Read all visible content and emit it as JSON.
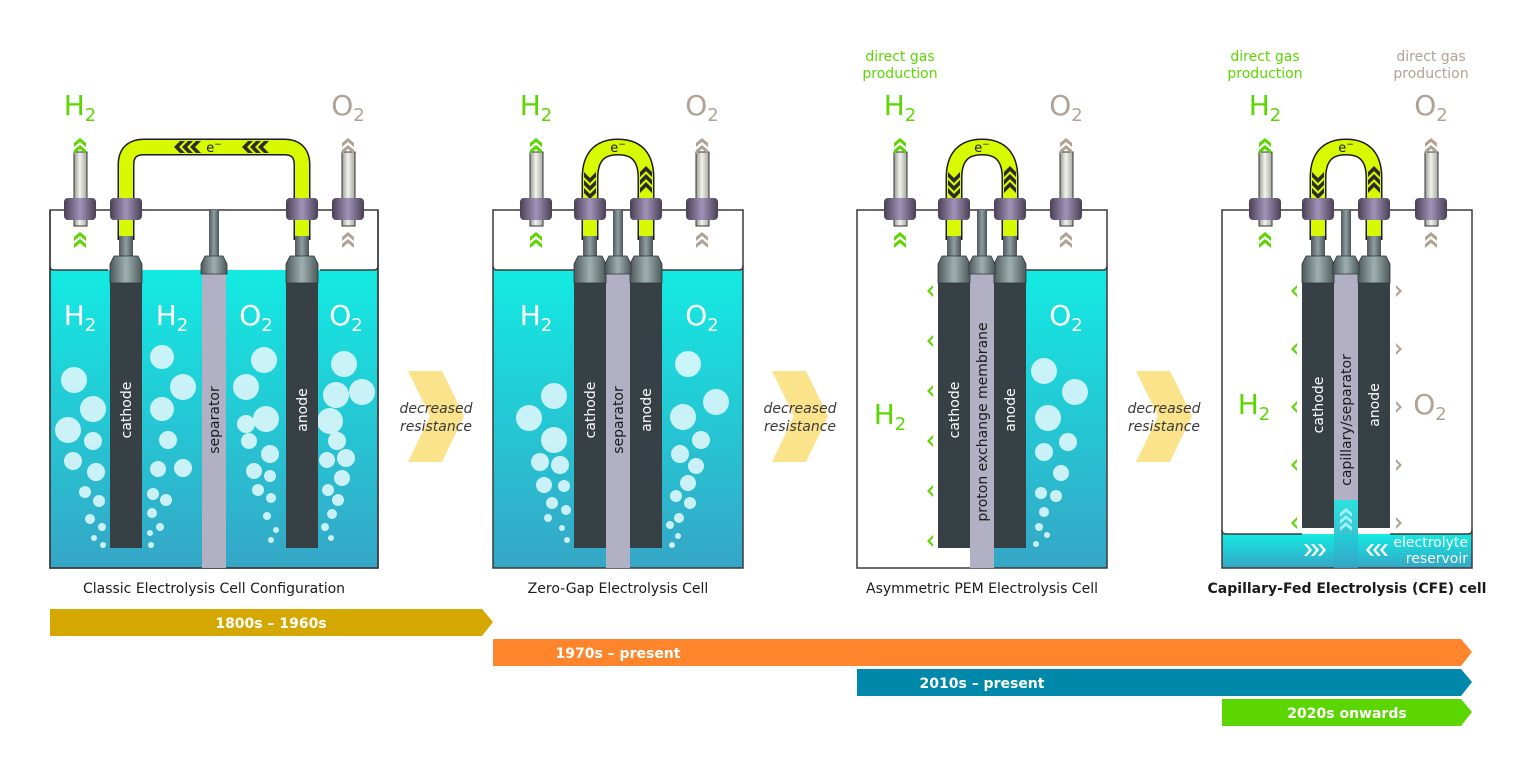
{
  "colors": {
    "h2_green": "#5cd600",
    "o2_taupe": "#b0a295",
    "wire": "#d8fa00",
    "electrode": "#374145",
    "separator": "#b2b0c4",
    "arrow": "#fbe38c",
    "era1": "#d4a800",
    "era2": "#ff852c",
    "era3": "#0088aa",
    "era4": "#5cd600"
  },
  "labels": {
    "h2": "H",
    "o2": "O",
    "sub2": "2",
    "electron": "e",
    "electron_sup": "−",
    "cathode": "cathode",
    "anode": "anode",
    "separator": "separator",
    "pem": "proton exchange membrane",
    "capillary": "capillary/separator",
    "electrolyte_reservoir_1": "electrolyte",
    "electrolyte_reservoir_2": "reservoir",
    "direct_gas_1": "direct gas",
    "direct_gas_2": "production",
    "decreased": "decreased",
    "resistance": "resistance"
  },
  "cells": [
    {
      "caption": "Classic Electrolysis Cell Configuration",
      "bold": false
    },
    {
      "caption": "Zero-Gap Electrolysis Cell",
      "bold": false
    },
    {
      "caption": "Asymmetric PEM Electrolysis Cell",
      "bold": false
    },
    {
      "caption": "Capillary-Fed Electrolysis (CFE) cell",
      "bold": true
    }
  ],
  "timeline": [
    {
      "label": "1800s – 1960s"
    },
    {
      "label": "1970s – present"
    },
    {
      "label": "2010s – present"
    },
    {
      "label": "2020s onwards"
    }
  ]
}
